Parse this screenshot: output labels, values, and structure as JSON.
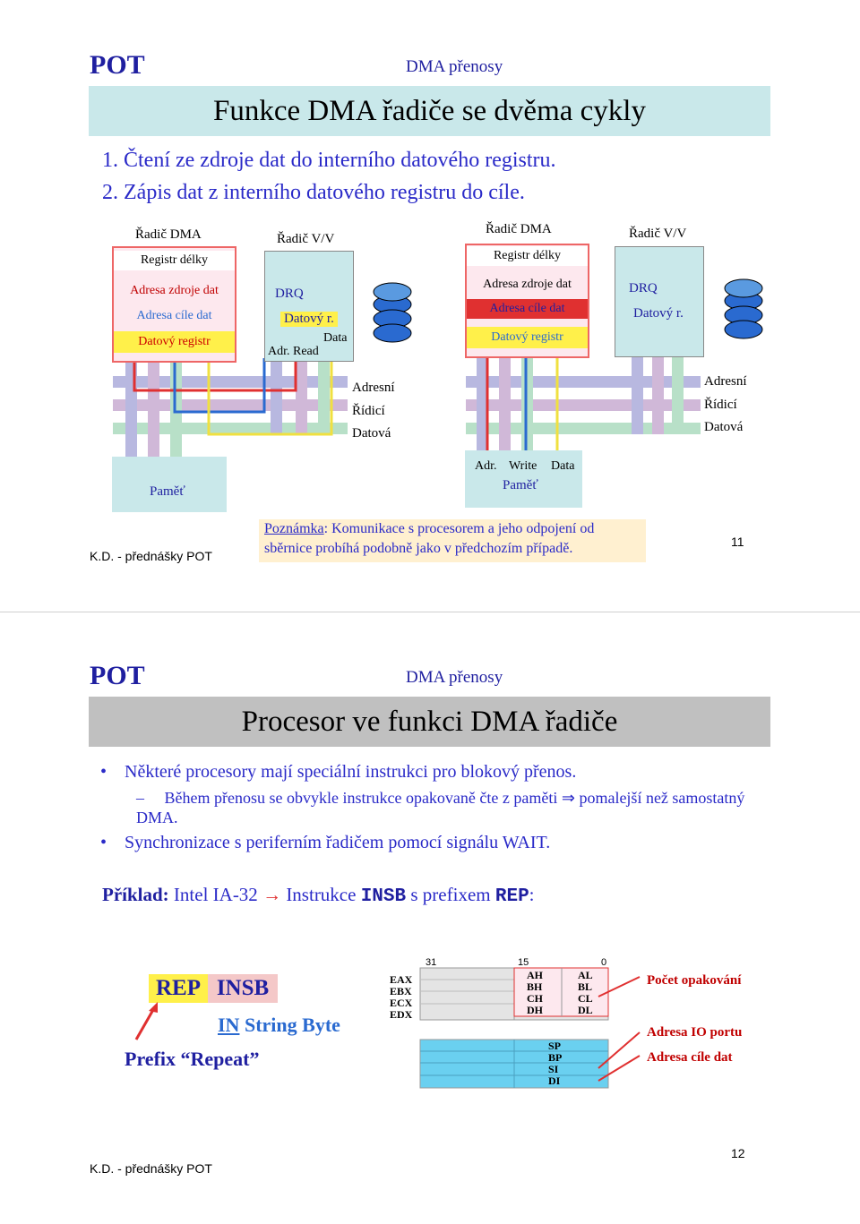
{
  "slide1": {
    "header_left": "POT",
    "header_right": "DMA přenosy",
    "title": "Funkce DMA řadiče se dvěma cykly",
    "steps": [
      "1. Čtení ze zdroje dat do interního datového registru.",
      "2. Zápis dat z interního datového registru do cíle."
    ],
    "dma1": {
      "title": "Řadič DMA",
      "length": "Registr délky",
      "src": "Adresa zdroje dat",
      "dst": "Adresa cíle dat",
      "data": "Datový registr"
    },
    "io1": {
      "title": "Řadič V/V",
      "drq": "DRQ",
      "datareg": "Datový r.",
      "data": "Data",
      "adr": "Adr. Read"
    },
    "bus1": {
      "adresni": "Adresní",
      "ridici": "Řídicí",
      "datova": "Datová"
    },
    "mem1": "Paměť",
    "dma2": {
      "title": "Řadič DMA",
      "length": "Registr délky",
      "src": "Adresa zdroje dat",
      "dst": "Adresa cíle dat",
      "data": "Datový registr"
    },
    "io2": {
      "title": "Řadič V/V",
      "drq": "DRQ",
      "datareg": "Datový r."
    },
    "bus2": {
      "adresni": "Adresní",
      "ridici": "Řídicí",
      "datova": "Datová"
    },
    "mem2": {
      "adr": "Adr.",
      "write": "Write",
      "data": "Data",
      "label": "Paměť"
    },
    "note_label": "Poznámka",
    "note_text": ": Komunikace s procesorem a jeho odpojení od sběrnice probíhá podobně jako v předchozím případě.",
    "footer": "K.D. - přednášky POT",
    "page": "11"
  },
  "slide2": {
    "header_left": "POT",
    "header_right": "DMA přenosy",
    "title": "Procesor ve funkci DMA řadiče",
    "bullet1": "Některé procesory mají speciální instrukci pro blokový přenos.",
    "sub1a": "Během přenosu se obvykle instrukce opakovaně čte z paměti",
    "sub1b": "pomalejší než samostatný DMA.",
    "bullet2": "Synchronizace s periferním řadičem pomocí signálu WAIT.",
    "example_label": "Příklad:",
    "example_text1": " Intel IA-32 ",
    "example_text2": " Instrukce ",
    "example_insb": "INSB",
    "example_text3": " s prefixem ",
    "example_rep": "REP",
    "example_colon": ":",
    "rep": "REP",
    "insb": "INSB",
    "in_string_byte": [
      "IN",
      "String",
      "Byte"
    ],
    "prefix_repeat": "Prefix “Repeat”",
    "bits": [
      "31",
      "15",
      "0"
    ],
    "gp_regs": [
      "EAX",
      "EBX",
      "ECX",
      "EDX"
    ],
    "high_regs": [
      "AH",
      "BH",
      "CH",
      "DH"
    ],
    "low_regs": [
      "AL",
      "BL",
      "CL",
      "DL"
    ],
    "ptr_regs": [
      "SP",
      "BP",
      "SI",
      "DI"
    ],
    "count_label": "Počet opakování",
    "io_label": "Adresa IO portu",
    "dst_label": "Adresa cíle dat",
    "footer": "K.D. - přednášky POT",
    "page": "12"
  }
}
